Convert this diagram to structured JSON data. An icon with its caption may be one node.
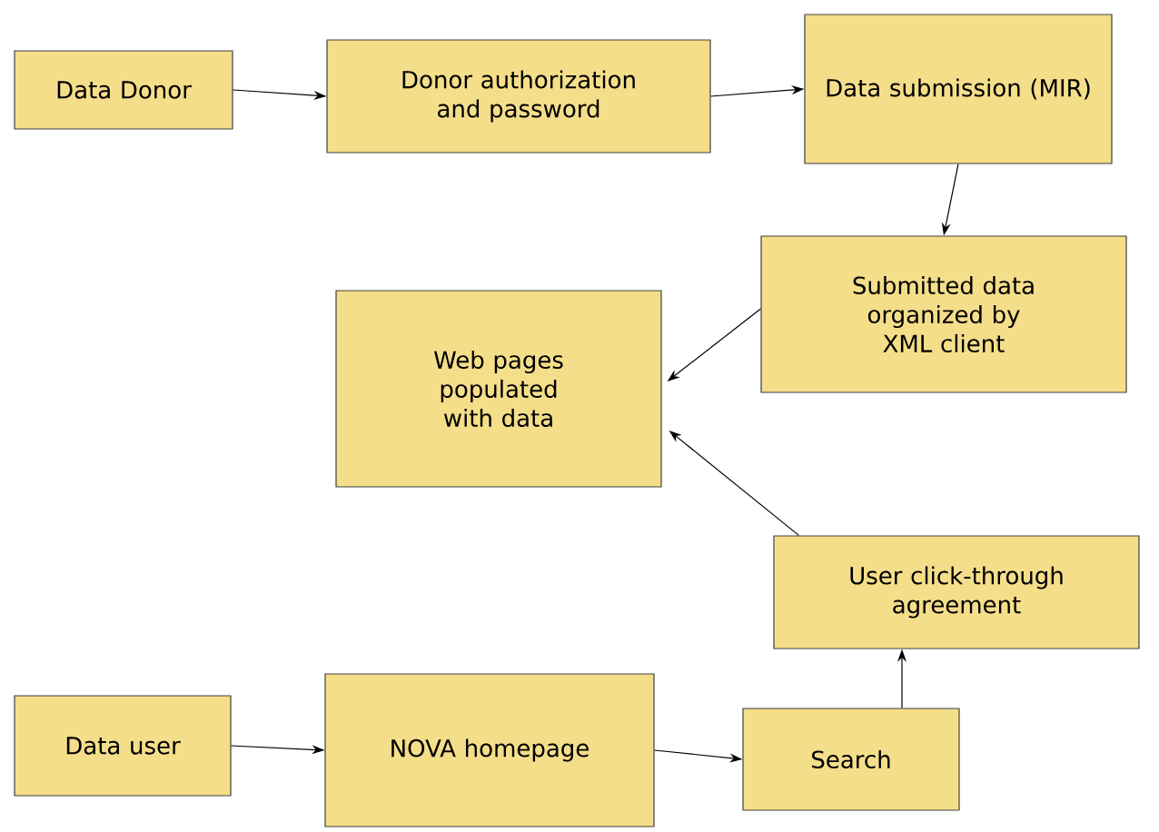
{
  "diagram": {
    "nodes": [
      {
        "text": [
          "Data Donor"
        ]
      },
      {
        "text": [
          "Donor authorization and password"
        ]
      },
      {
        "text": [
          "Data submission (MIR)"
        ]
      },
      {
        "text": [
          "Submitted data organized by XML client"
        ]
      },
      {
        "text": [
          "Web pages populated with data"
        ]
      },
      {
        "text": [
          "User click-through agreement"
        ]
      },
      {
        "text": [
          "Data user"
        ]
      },
      {
        "text": [
          "NOVA homepage"
        ]
      },
      {
        "text": [
          "Search"
        ]
      }
    ],
    "edges": [
      {
        "from": 0,
        "to": 1,
        "arrow": "to"
      },
      {
        "from": 1,
        "to": 2,
        "arrow": "to"
      },
      {
        "from": 2,
        "to": 3,
        "arrow": "to"
      },
      {
        "from": 3,
        "to": 4,
        "arrow": "to"
      },
      {
        "from": 5,
        "to": 4,
        "arrow": "to"
      },
      {
        "from": 6,
        "to": 7,
        "arrow": "to"
      },
      {
        "from": 7,
        "to": 8,
        "arrow": "to"
      },
      {
        "from": 8,
        "to": 5,
        "arrow": "to"
      }
    ]
  }
}
